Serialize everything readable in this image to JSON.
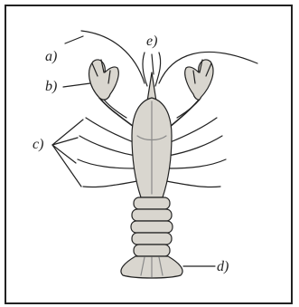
{
  "labels": {
    "a": "a)",
    "b": "b)",
    "c": "c)",
    "d": "d)",
    "e": "e)"
  },
  "colors": {
    "ink": "#222222",
    "shade": "#8a8a8a",
    "fill": "#d9d6cf",
    "border": "#222222"
  }
}
